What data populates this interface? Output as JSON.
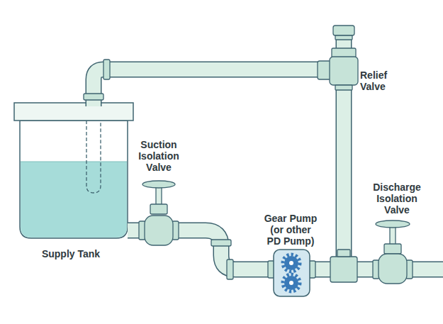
{
  "diagram": {
    "labels": [
      "Relief Valve",
      "Suction Isolation Valve",
      "Discharge Isolation Valve",
      "Gear Pump (or other PD Pump)",
      "Supply Tank"
    ]
  }
}
